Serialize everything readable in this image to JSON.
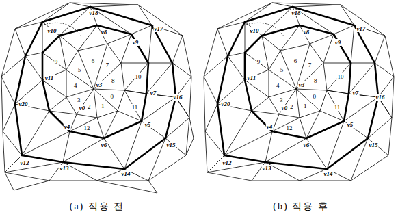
{
  "diagram": {
    "labels": [
      "v18",
      "v10",
      "v17",
      "v8",
      "v9",
      "v11",
      "v3",
      "v20",
      "v7",
      "v16",
      "v4",
      "v0",
      "v5",
      "v6",
      "v15",
      "v12",
      "v13",
      "v14",
      "0",
      "1",
      "2",
      "3",
      "4",
      "5",
      "6",
      "7",
      "8",
      "9",
      "10",
      "11",
      "12",
      "v18",
      "v10",
      "v17",
      "v8",
      "v9",
      "v11",
      "v3",
      "v20",
      "v7",
      "v16",
      "v4",
      "v0",
      "v5",
      "v6",
      "v15",
      "v12",
      "v13",
      "v14",
      "0",
      "1",
      "2",
      "3",
      "4",
      "5",
      "6",
      "7",
      "8",
      "9",
      "10",
      "11",
      "12",
      "(a) 적용 전",
      "(b) 적용 후"
    ]
  }
}
